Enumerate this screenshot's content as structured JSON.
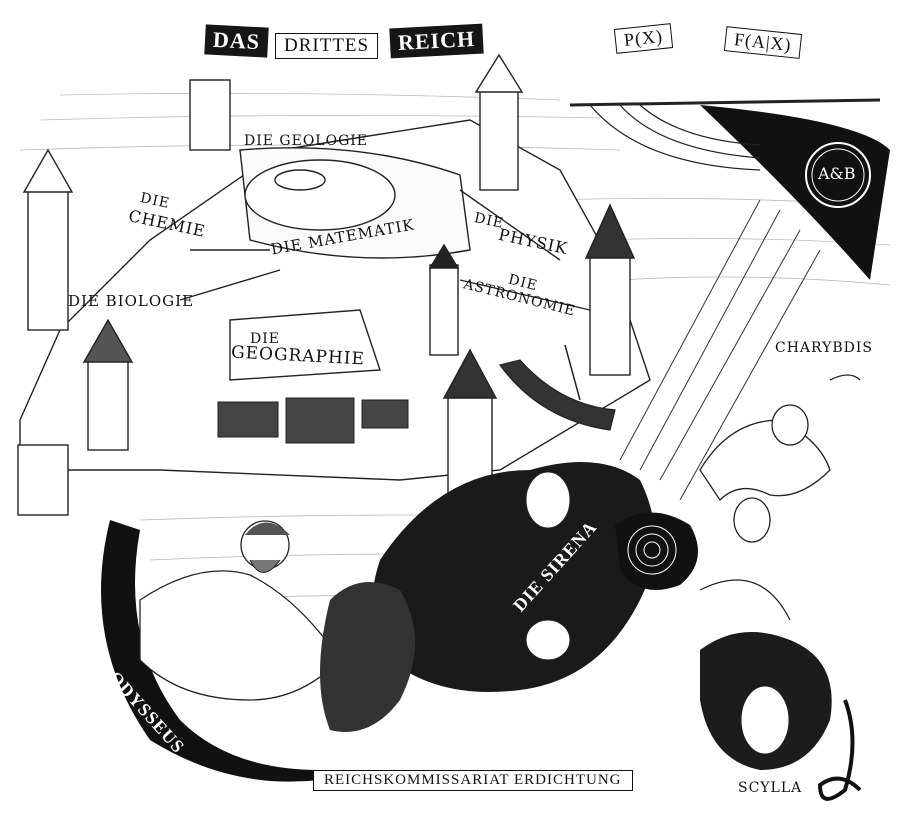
{
  "banner": {
    "part1": "DAS",
    "part2": "DRITTES",
    "part3": "REICH"
  },
  "formula_banner": {
    "left": "P(X)",
    "right": "F(A|X)"
  },
  "sail_emblem": "A&B",
  "fortress": {
    "geologie": "DIE GEOLOGIE",
    "chemie_1": "DIE",
    "chemie_2": "CHEMIE",
    "matematik": "DIE MATEMATIK",
    "physik_1": "DIE",
    "physik_2": "PHYSIK",
    "astronomie_1": "DIE",
    "astronomie_2": "ASTRONOMIE",
    "biologie": "DIE BIOLOGIE",
    "geographie_1": "DIE",
    "geographie_2": "GEOGRAPHIE"
  },
  "figures": {
    "charybdis": "CHARYBDIS",
    "sirena": "DIE SIRENA",
    "odysseus": "ODYSSEUS",
    "scylla": "SCYLLA"
  },
  "bottom_scroll": "REICHSKOMMISSARIAT ERDICHTUNG"
}
